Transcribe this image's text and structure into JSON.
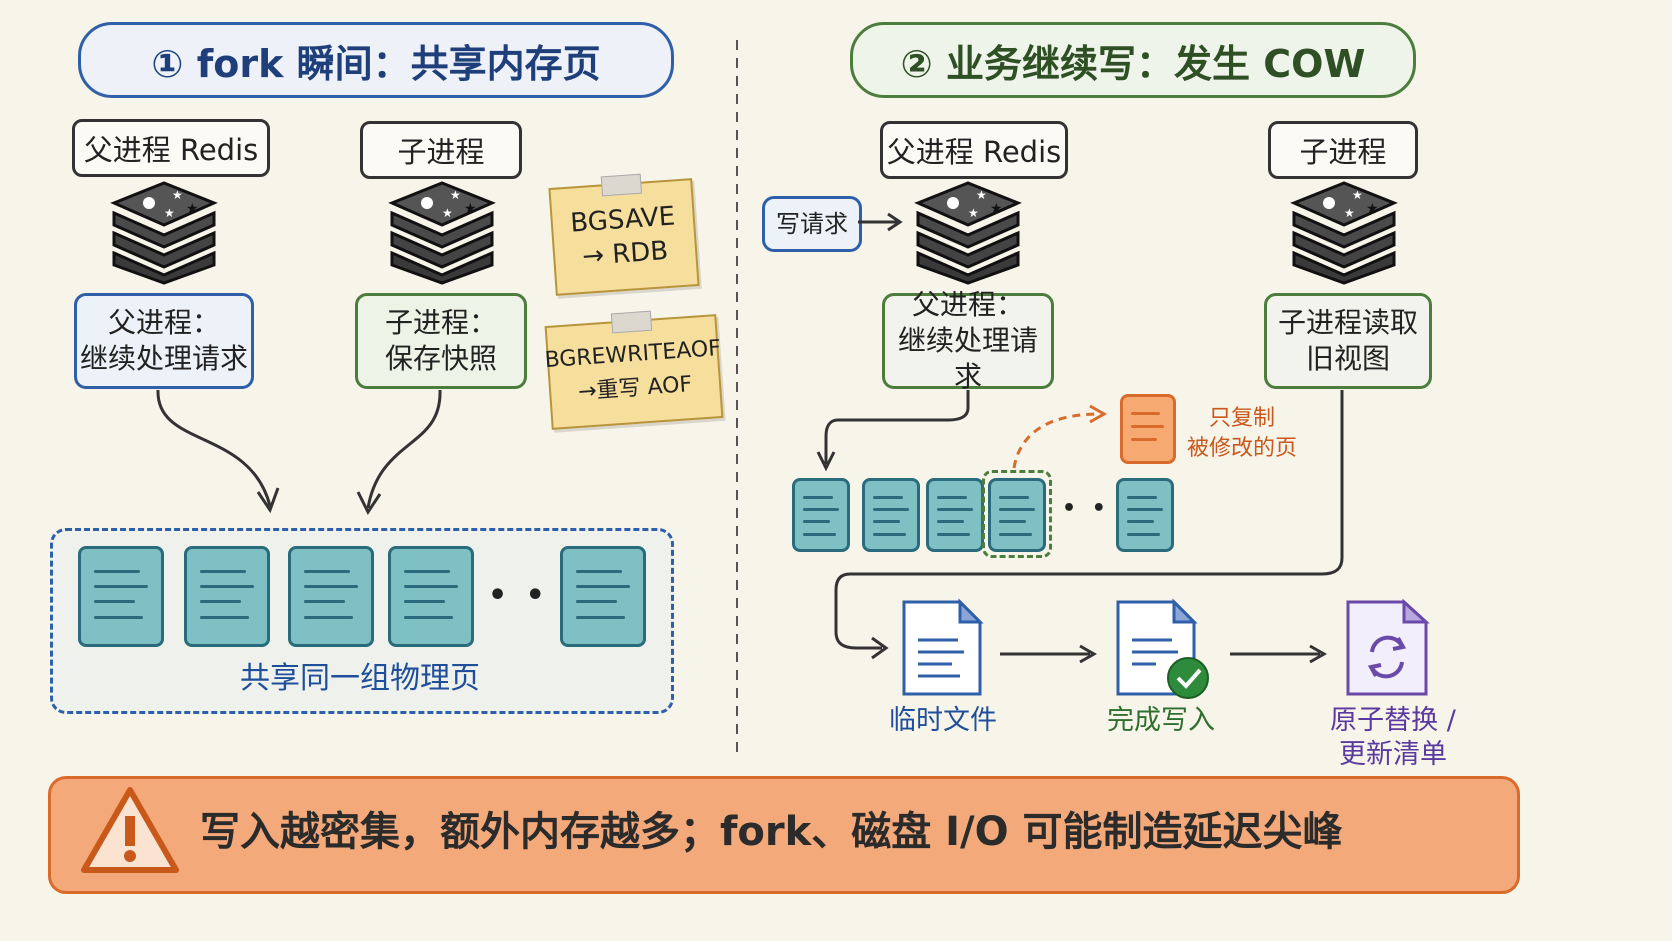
{
  "left": {
    "title": "① fork 瞬间：共享内存页",
    "parent_label": "父进程 Redis",
    "child_label": "子进程",
    "parent_note_1": "父进程：",
    "parent_note_2": "继续处理请求",
    "child_note_1": "子进程：",
    "child_note_2": "保存快照",
    "sticky_1_line1": "BGSAVE",
    "sticky_1_line2": "→ RDB",
    "sticky_2_line1": "BGREWRITEAOF",
    "sticky_2_line2": "→重写 AOF",
    "ellipsis": "• • •",
    "shared_caption": "共享同一组物理页"
  },
  "right": {
    "title": "② 业务继续写：发生 COW",
    "parent_label": "父进程 Redis",
    "child_label": "子进程",
    "write_request": "写请求",
    "parent_note_1": "父进程：",
    "parent_note_2": "继续处理请求",
    "child_note_1": "子进程读取",
    "child_note_2": "旧视图",
    "copy_note_1": "只复制",
    "copy_note_2": "被修改的页",
    "ellipsis": "• • •",
    "file_temp": "临时文件",
    "file_done": "完成写入",
    "file_replace_1": "原子替换 /",
    "file_replace_2": "更新清单"
  },
  "warning": {
    "icon": "warning-icon",
    "text": "写入越密集，额外内存越多；fork、磁盘 I/O 可能制造延迟尖峰"
  },
  "colors": {
    "blue": "#2f5fa8",
    "green": "#4c7d3c",
    "orange": "#d96c2c",
    "teal": "#2a6c7c",
    "purple": "#6a4aa8"
  }
}
